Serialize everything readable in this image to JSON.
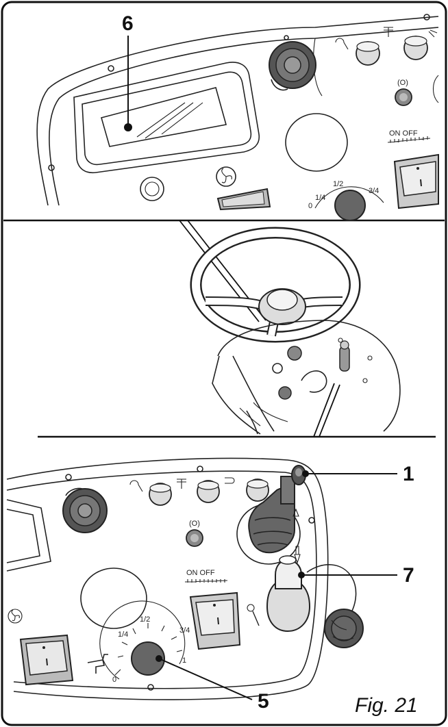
{
  "caption": "Fig. 21",
  "callouts": {
    "c1": "1",
    "c5": "5",
    "c6": "6",
    "c7": "7"
  },
  "labels": {
    "onoff_top": "ON OFF",
    "onoff_bottom": "ON OFF",
    "dial_half_top": "1/2",
    "dial_34_top": "3/4",
    "dial_14_top": "1/4",
    "dial_half_bottom": "1/2",
    "dial_34_bottom": "3/4",
    "dial_14_bottom": "1/4",
    "dial_zero_bottom": "0",
    "dial_zero_top": "0",
    "dial_one_bottom": "1"
  }
}
